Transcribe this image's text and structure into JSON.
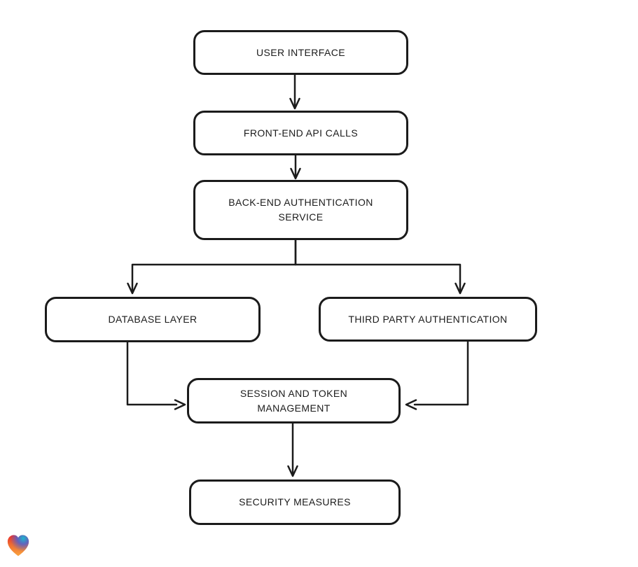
{
  "canvas": {
    "background_color": "#ffffff",
    "stroke_color": "#1b1b1b",
    "node_fill_color": "#ffffff"
  },
  "diagram": {
    "type": "flowchart",
    "style": "hand-drawn",
    "nodes": [
      {
        "id": "user-interface",
        "label": "USER INTERFACE"
      },
      {
        "id": "front-end-api-calls",
        "label": "FRONT-END API CALLS"
      },
      {
        "id": "back-end-authentication-service",
        "label": "BACK-END AUTHENTICATION\nSERVICE"
      },
      {
        "id": "database-layer",
        "label": "DATABASE LAYER"
      },
      {
        "id": "third-party-authentication",
        "label": "THIRD PARTY AUTHENTICATION"
      },
      {
        "id": "session-and-token-management",
        "label": "SESSION AND TOKEN\nMANAGEMENT"
      },
      {
        "id": "security-measures",
        "label": "SECURITY MEASURES"
      }
    ],
    "edges": [
      {
        "from": "user-interface",
        "to": "front-end-api-calls"
      },
      {
        "from": "front-end-api-calls",
        "to": "back-end-authentication-service"
      },
      {
        "from": "back-end-authentication-service",
        "to": "database-layer"
      },
      {
        "from": "back-end-authentication-service",
        "to": "third-party-authentication"
      },
      {
        "from": "database-layer",
        "to": "session-and-token-management"
      },
      {
        "from": "third-party-authentication",
        "to": "session-and-token-management"
      },
      {
        "from": "session-and-token-management",
        "to": "security-measures"
      }
    ]
  },
  "branding": {
    "logo": "heart-gradient-icon",
    "logo_colors": {
      "red": "#ea2d2e",
      "orange": "#f9a43f",
      "teal": "#1cb8cd",
      "blue": "#4b62d4"
    }
  }
}
